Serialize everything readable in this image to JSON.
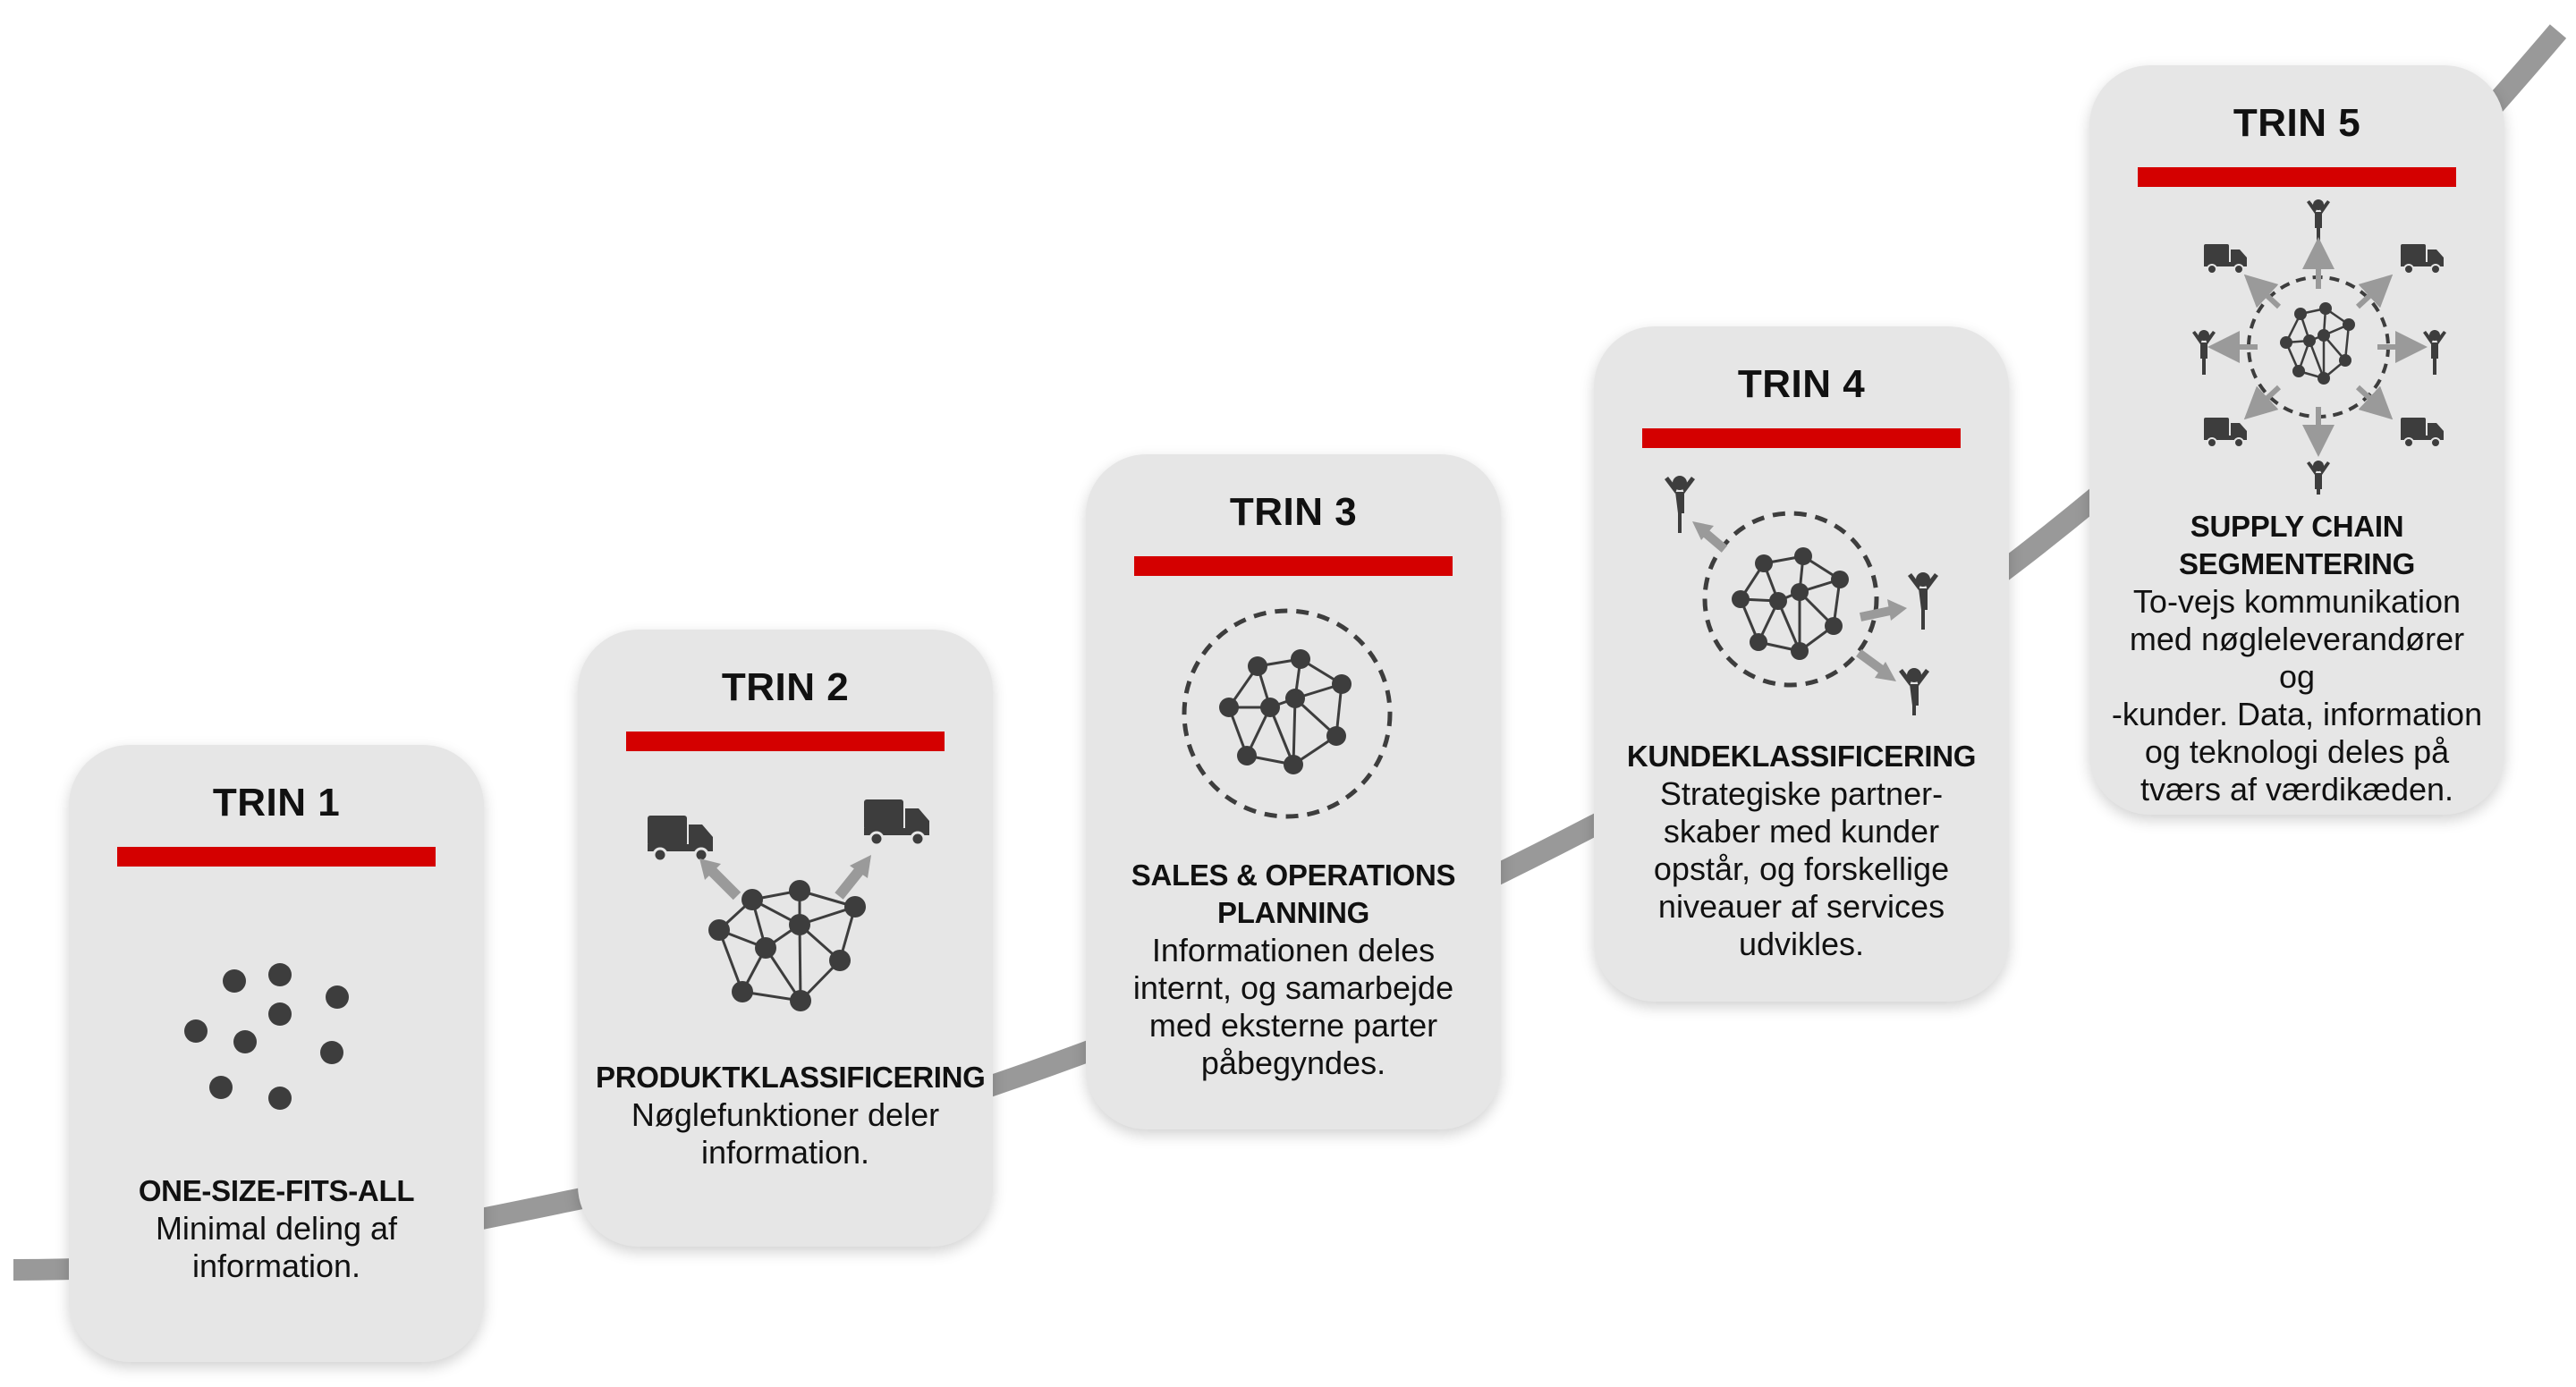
{
  "colors": {
    "card": "#e6e6e6",
    "bar": "#d40000",
    "curve": "#999999",
    "icon": "#3d3d3d",
    "arrow": "#9a9a9a"
  },
  "steps": [
    {
      "title": "TRIN 1",
      "heading": "ONE-SIZE-FITS-ALL",
      "text": [
        "Minimal deling af",
        "information."
      ],
      "icon": "dots-cluster-icon"
    },
    {
      "title": "TRIN 2",
      "heading": "PRODUKTKLASSIFICERING",
      "text": [
        "Nøglefunktioner deler",
        "information."
      ],
      "icon": "network-trucks-icon"
    },
    {
      "title": "TRIN 3",
      "heading": "SALES & OPERATIONS PLANNING",
      "text": [
        "Informationen deles",
        "internt, og samarbejde",
        "med eksterne parter",
        "påbegyndes."
      ],
      "icon": "network-circle-icon"
    },
    {
      "title": "TRIN 4",
      "heading": "KUNDEKLASSIFICERING",
      "text": [
        "Strategiske partner-",
        "skaber med kunder",
        "opstår, og forskellige",
        "niveauer af services",
        "udvikles."
      ],
      "icon": "network-people-icon"
    },
    {
      "title": "TRIN 5",
      "heading": "SUPPLY CHAIN SEGMENTERING",
      "text": [
        "To-vejs kommunikation",
        "med nøgleleverandører og",
        "-kunder. Data, information",
        "og teknologi deles på",
        "tværs af værdikæden."
      ],
      "icon": "network-hub-icon"
    }
  ]
}
